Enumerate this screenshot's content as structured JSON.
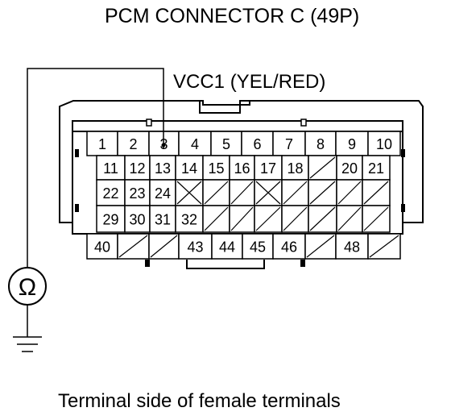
{
  "diagram": {
    "title": "PCM CONNECTOR C (49P)",
    "wire_label": "VCC1 (YEL/RED)",
    "caption": "Terminal side of female terminals",
    "meter_symbol": "Ω",
    "probe_terminal": "3",
    "line_color": "#000000",
    "background": "#ffffff",
    "rows": [
      [
        "1",
        "2",
        "3",
        "4",
        "5",
        "6",
        "7",
        "8",
        "9",
        "10"
      ],
      [
        "11",
        "12",
        "13",
        "14",
        "15",
        "16",
        "17",
        "18",
        "",
        "20",
        "21"
      ],
      [
        "22",
        "23",
        "24",
        "",
        "",
        "",
        "",
        "",
        "",
        "",
        ""
      ],
      [
        "29",
        "30",
        "31",
        "32",
        "",
        "",
        "",
        "",
        "",
        "",
        ""
      ],
      [
        "40",
        "",
        "",
        "43",
        "44",
        "45",
        "46",
        "",
        "48",
        ""
      ]
    ]
  }
}
